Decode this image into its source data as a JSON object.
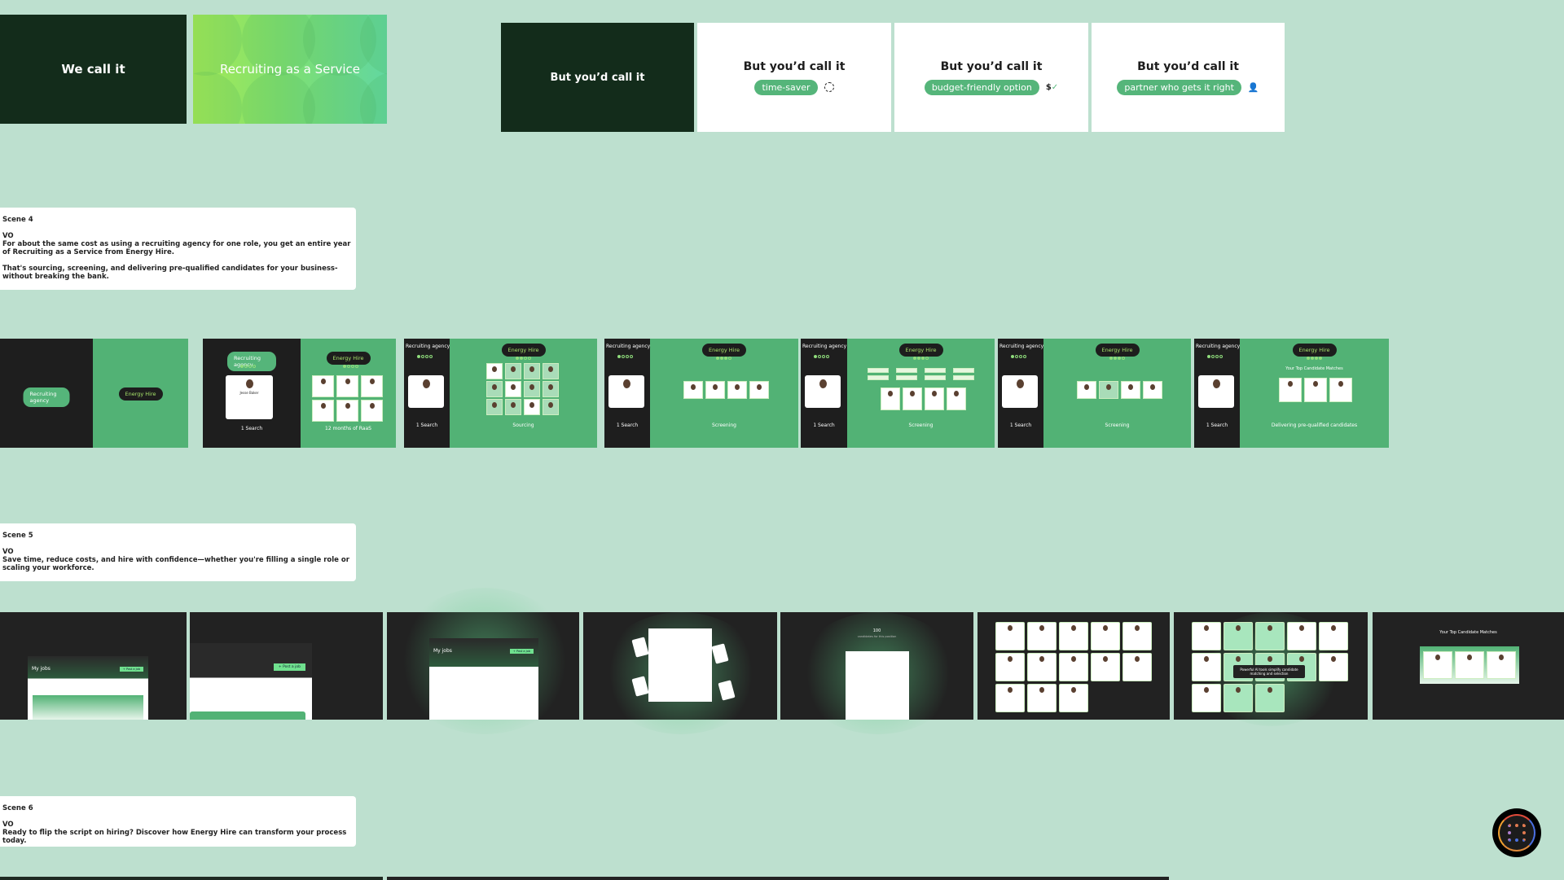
{
  "top_left": {
    "we_call_it": "We call it",
    "raas": "Recruiting as a Service"
  },
  "top_right": {
    "dark_label": "But you’d call it",
    "cards": [
      {
        "heading": "But you’d call it",
        "pill": "time-saver",
        "icon": "clock-icon"
      },
      {
        "heading": "But you’d call it",
        "pill": "budget-friendly option",
        "icon": "dollar-check-icon"
      },
      {
        "heading": "But you’d call it",
        "pill": "partner who gets it right",
        "icon": "user-check-icon"
      }
    ]
  },
  "scenes": [
    {
      "title": "Scene 4",
      "vo": "VO",
      "lines": [
        "For about the same cost as using a recruiting agency for one role, you get an entire year of Recruiting as a Service from Energy Hire.",
        "That's sourcing, screening, and delivering pre-qualified candidates for your business-without breaking the bank."
      ]
    },
    {
      "title": "Scene 5",
      "vo": "VO",
      "lines": [
        "Save time, reduce costs, and hire with confidence—whether you're filling a single role or scaling your workforce."
      ]
    },
    {
      "title": "Scene 6",
      "vo": "VO",
      "lines": [
        " Ready to flip the script on hiring? Discover how Energy Hire can transform your process today."
      ]
    }
  ],
  "scene4_frames": [
    {
      "left_label": "Recruiting agency",
      "right_label": "Energy Hire",
      "left_caption": "",
      "right_caption": "",
      "right_dots": 0
    },
    {
      "left_label": "Recruiting agency",
      "right_label": "Energy Hire",
      "left_caption": "1 Search",
      "right_caption": "12 months of RaaS",
      "right_dots": 1,
      "candidate": "Jesse Baker"
    },
    {
      "left_label": "Recruiting agency",
      "right_label": "Energy Hire",
      "left_caption": "1 Search",
      "right_caption": "Sourcing",
      "right_dots": 2
    },
    {
      "left_label": "Recruiting agency",
      "right_label": "Energy Hire",
      "left_caption": "1 Search",
      "right_caption": "Screening",
      "right_dots": 3
    },
    {
      "left_label": "Recruiting agency",
      "right_label": "Energy Hire",
      "left_caption": "1 Search",
      "right_caption": "Screening",
      "right_dots": 3
    },
    {
      "left_label": "Recruiting agency",
      "right_label": "Energy Hire",
      "left_caption": "1 Search",
      "right_caption": "Screening",
      "right_dots": 3
    },
    {
      "left_label": "Recruiting agency",
      "right_label": "Energy Hire",
      "left_caption": "1 Search",
      "right_caption": "Delivering pre-qualified candidates",
      "right_dots": 4,
      "heading": "Your Top Candidate Matches"
    }
  ],
  "scene5_frames": {
    "my_jobs": "My jobs",
    "post_job": "+ Post a job",
    "count": "100",
    "count_sub": "candidates for this position",
    "ai_tooltip": "Powerful AI tools simplify candidate matching and selection",
    "top_matches": "Your Top Candidate Matches"
  },
  "colors": {
    "canvas": "#bde0cf",
    "dark_green": "#132c1b",
    "brand_green": "#52b275",
    "dark": "#1e1e1e"
  }
}
